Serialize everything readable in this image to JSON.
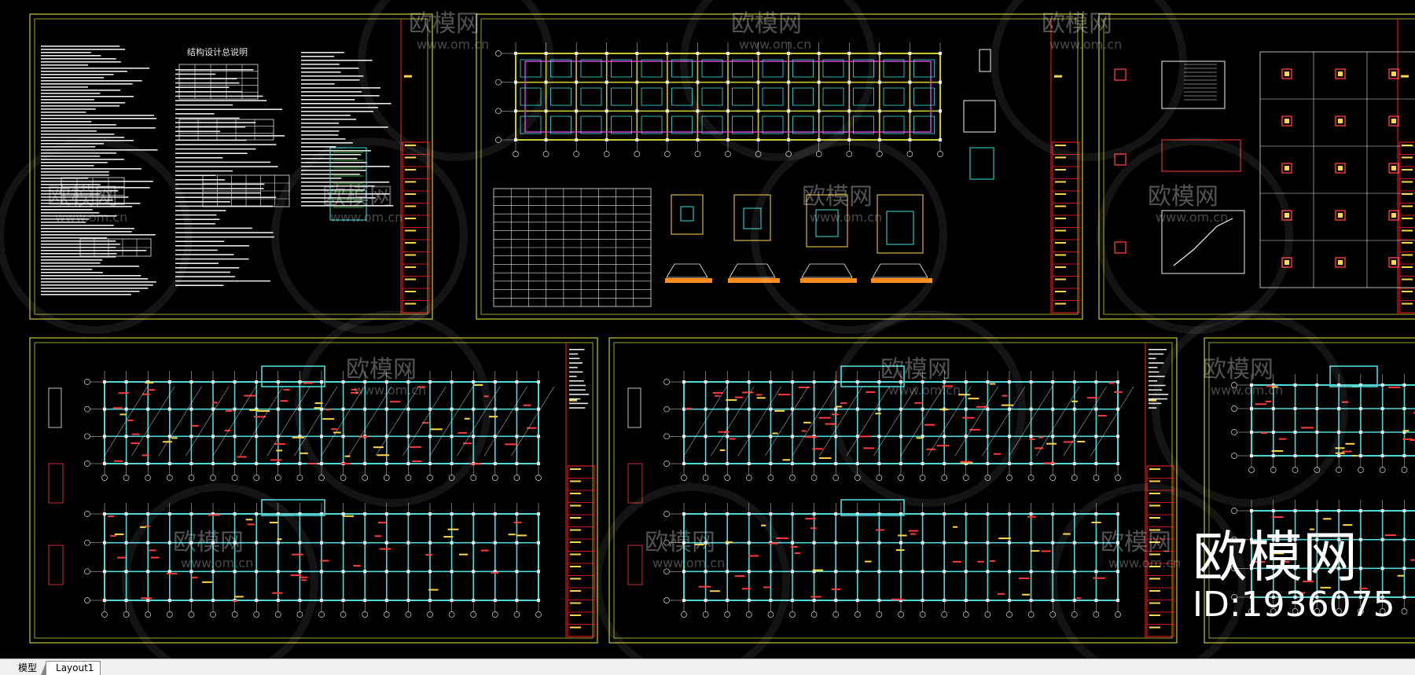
{
  "watermark": {
    "brand": "欧模网",
    "url": "www.om.cn",
    "id_text": "ID:1936075"
  },
  "sheets": [
    {
      "name": "sheet-design-notes",
      "title": "结构设计总说明"
    },
    {
      "name": "sheet-foundation-plan"
    },
    {
      "name": "sheet-stair-details"
    },
    {
      "name": "sheet-floor-plan-1"
    },
    {
      "name": "sheet-floor-plan-2"
    },
    {
      "name": "sheet-floor-plan-3"
    }
  ],
  "layout_tabs": {
    "model": "模型",
    "layout1": "Layout1"
  },
  "colors": {
    "background": "#000000",
    "frame": "#c8c832",
    "title_block": "#ff2020",
    "cyan_lines": "#4fd8d8",
    "magenta_lines": "#d040d0",
    "text_white": "#e8e8e8",
    "watermark": "#ffffff"
  }
}
